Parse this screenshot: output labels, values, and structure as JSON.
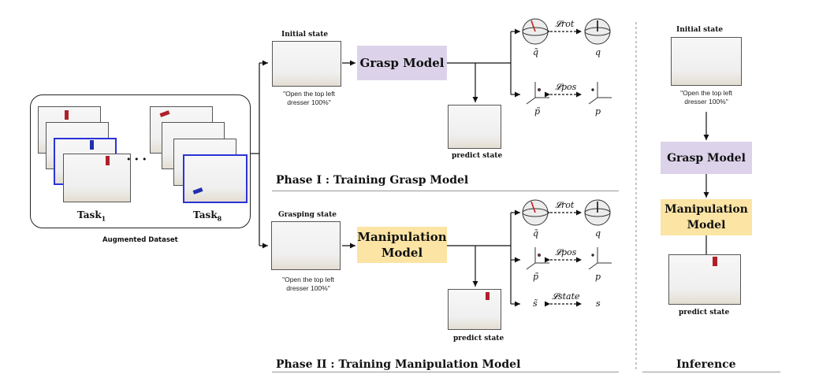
{
  "dataset": {
    "caption": "Augmented Dataset",
    "task_first": "Task",
    "task_first_sub": "1",
    "task_last": "Task",
    "task_last_sub": "8",
    "ellipsis": "• • •"
  },
  "phase1": {
    "initial_state_label": "Initial state",
    "instruction": "\"Open the top left dresser 100%\"",
    "model_label": "Grasp Model",
    "predict_state_label": "predict state",
    "title": "Phase I : Training Grasp Model",
    "rot_loss": "𝓛rot",
    "pos_loss": "𝓛pos",
    "q_pred": "q̃",
    "q_true": "q",
    "p_pred": "p̃",
    "p_true": "p"
  },
  "phase2": {
    "grasping_state_label": "Grasping state",
    "instruction": "\"Open the top left dresser 100%\"",
    "model_label": "Manipulation Model",
    "predict_state_label": "predict state",
    "title": "Phase II : Training Manipulation Model",
    "rot_loss": "𝓛rot",
    "pos_loss": "𝓛pos",
    "state_loss": "𝓛state",
    "q_pred": "q̃",
    "q_true": "q",
    "p_pred": "p̃",
    "p_true": "p",
    "s_pred": "s̃",
    "s_true": "s"
  },
  "inference": {
    "initial_state_label": "Initial state",
    "instruction": "\"Open the top left dresser 100%\"",
    "grasp_model_label": "Grasp Model",
    "manip_model_label": "Manipulation Model",
    "predict_state_label": "predict state",
    "title": "Inference"
  },
  "colors": {
    "grasp_box": "#dcd3ea",
    "manip_box": "#fbe4a4",
    "highlight_frame": "#2b33d6",
    "target_red": "#b0202a",
    "target_blue": "#2030b0"
  }
}
